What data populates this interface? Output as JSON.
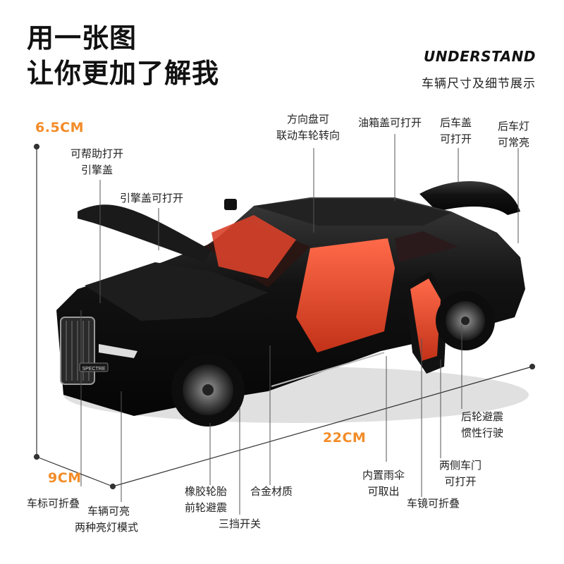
{
  "headline": {
    "line1": "用一张图",
    "line2": "让你更加了解我"
  },
  "brand": {
    "title": "UNDERSTAND",
    "subtitle": "车辆尺寸及细节展示"
  },
  "dimensions": {
    "height": "6.5CM",
    "width": "9CM",
    "length": "22CM"
  },
  "plate_text": "SPECTRE",
  "colors": {
    "accent": "#f28c28",
    "car_body": "#111111",
    "interior": "#e0402a"
  },
  "callouts": {
    "hood_assist": [
      "可帮助打开",
      "引擎盖"
    ],
    "hood_open": [
      "引擎盖可打开"
    ],
    "steering": [
      "方向盘可",
      "联动车轮转向"
    ],
    "fuel_cap": [
      "油箱盖可打开"
    ],
    "trunk": [
      "后车盖",
      "可打开"
    ],
    "taillight": [
      "后车灯",
      "可常亮"
    ],
    "rear_suspension": [
      "后轮避震",
      "惯性行驶"
    ],
    "doors": [
      "两侧车门",
      "可打开"
    ],
    "umbrella": [
      "内置雨伞",
      "可取出"
    ],
    "mirror": [
      "车镜可折叠"
    ],
    "alloy": [
      "合金材质"
    ],
    "tires": [
      "橡胶轮胎",
      "前轮避震"
    ],
    "switch": [
      "三挡开关"
    ],
    "lights": [
      "车辆可亮",
      "两种亮灯模式"
    ],
    "emblem": [
      "车标可折叠"
    ]
  }
}
